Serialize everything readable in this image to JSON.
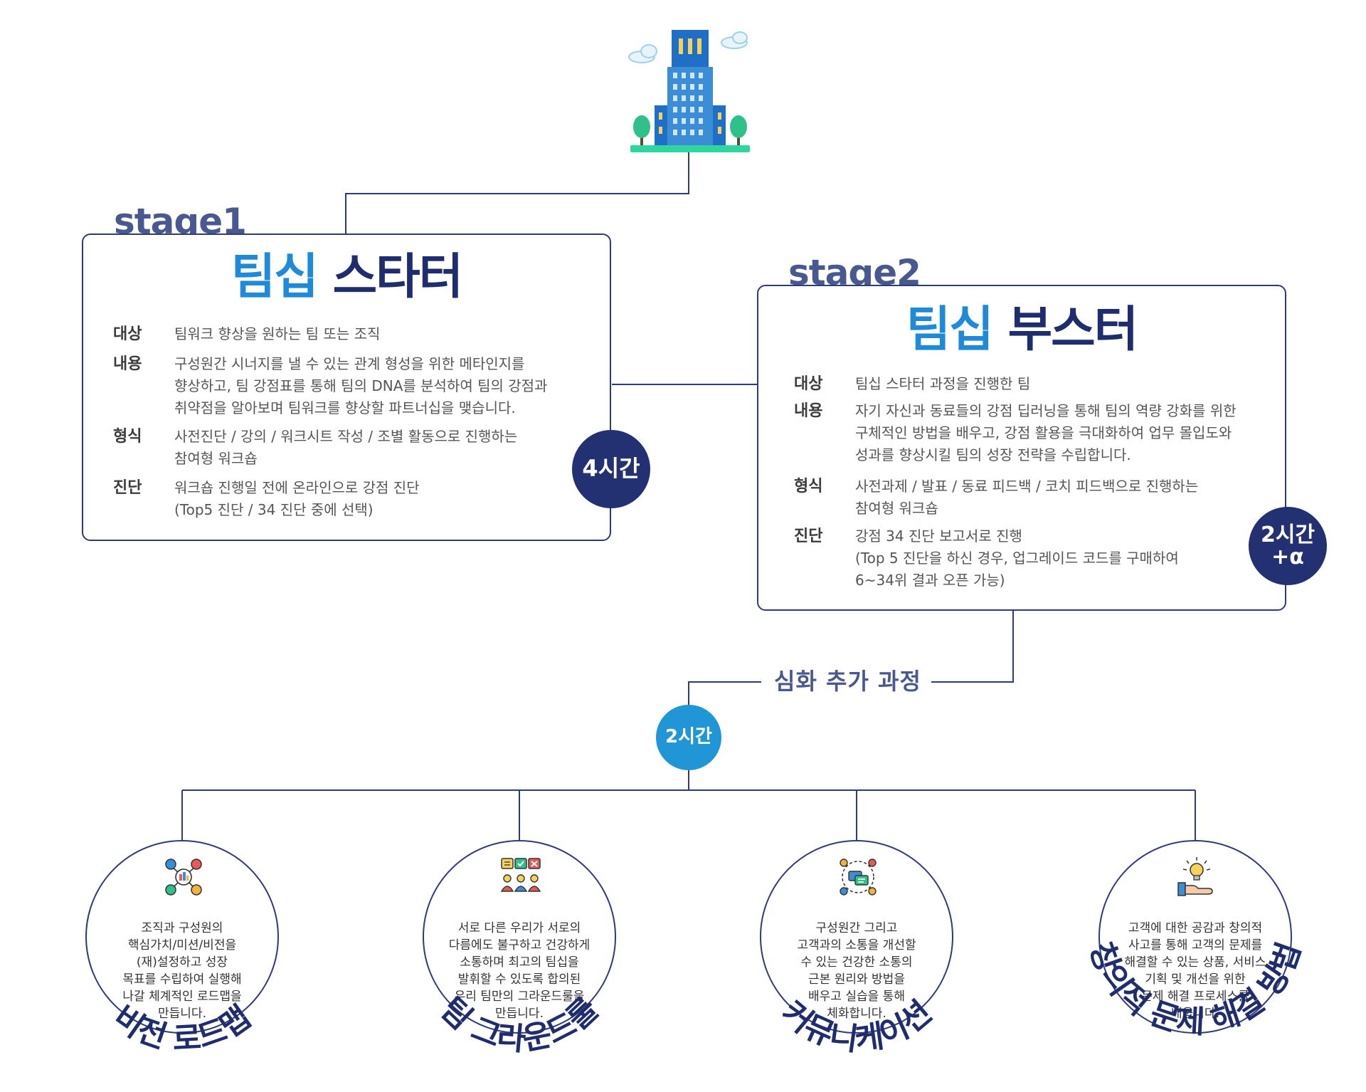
{
  "stage1": {
    "label": "stage1",
    "title_part1": "팀십",
    "title_part2": "스타터",
    "rows": [
      {
        "key": "대상",
        "value": "팀워크 향상을 원하는 팀 또는 조직"
      },
      {
        "key": "내용",
        "value": "구성원간 시너지를 낼 수 있는 관계 형성을 위한 메타인지를\n향상하고, 팀 강점표를 통해 팀의 DNA를 분석하여 팀의 강점과\n취약점을 알아보며 팀워크를 향상할 파트너십을 맺습니다."
      },
      {
        "key": "형식",
        "value": "사전진단 / 강의 / 워크시트 작성 / 조별 활동으로 진행하는\n참여형 워크숍"
      },
      {
        "key": "진단",
        "value": "워크숍 진행일 전에 온라인으로 강점 진단\n(Top5 진단 / 34 진단 중에 선택)"
      }
    ],
    "badge": "4시간"
  },
  "stage2": {
    "label": "stage2",
    "title_part1": "팀십",
    "title_part2": "부스터",
    "rows": [
      {
        "key": "대상",
        "value": "팀십 스타터 과정을 진행한 팀"
      },
      {
        "key": "내용",
        "value": "자기 자신과 동료들의 강점 딥러닝을 통해 팀의 역량 강화를 위한\n구체적인 방법을 배우고, 강점 활용을 극대화하여 업무 몰입도와\n성과를 향상시킬 팀의 성장 전략을 수립합니다."
      },
      {
        "key": "형식",
        "value": "사전과제 / 발표 / 동료 피드백 / 코치 피드백으로 진행하는\n참여형 워크숍"
      },
      {
        "key": "진단",
        "value": "강점 34 진단 보고서로 진행\n(Top 5 진단을 하신 경우, 업그레이드 코드를 구매하여\n6~34위 결과 오픈 가능)"
      }
    ],
    "badge_line1": "2시간",
    "badge_line2": "+α"
  },
  "deep": {
    "label": "심화 추가 과정",
    "badge": "2시간"
  },
  "modules": [
    {
      "icon": "vision-team-icon",
      "desc": "조직과 구성원의\n핵심가치/미션/비전을\n(재)설정하고 성장\n목표를 수립하여 실행해\n나갈 체계적인 로드맵을\n만듭니다.",
      "title": "비전 로드맵"
    },
    {
      "icon": "ground-rules-icon",
      "desc": "서로 다른 우리가 서로의\n다름에도 불구하고 건강하게\n소통하며 최고의 팀십을\n발휘할 수 있도록 합의된\n우리 팀만의 그라운드룰을\n만듭니다.",
      "title": "팀 그라운드룰"
    },
    {
      "icon": "communication-icon",
      "desc": "구성원간 그리고\n고객과의 소통을 개선할\n수 있는 건강한 소통의\n근본 원리와 방법을\n배우고 실습을 통해\n체화합니다.",
      "title": "커뮤니케이션"
    },
    {
      "icon": "idea-hand-icon",
      "desc": "고객에 대한 공감과 창의적\n사고를 통해 고객의 문제를\n해결할 수 있는 상품, 서비스\n기획 및 개선을 위한\n문제 해결 프로세스를\n배웁니다.",
      "title": "창의적 문제 해결 방법"
    }
  ],
  "colors": {
    "navy": "#1f2d6e",
    "blue": "#1e8ad8",
    "line": "#2d3b7a",
    "badge_dark": "#233173",
    "badge_light": "#2196d6"
  }
}
